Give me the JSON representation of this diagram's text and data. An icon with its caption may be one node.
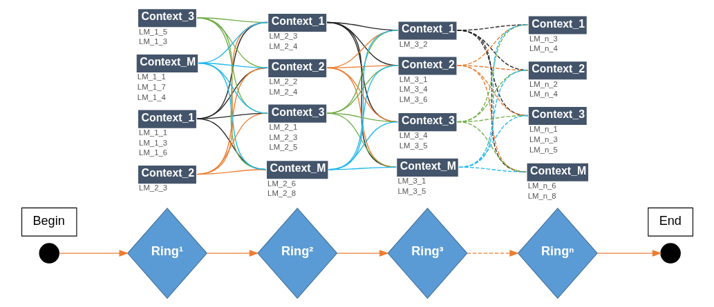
{
  "diagram": {
    "nodes": [
      {
        "text": [],
        "shape": "circle"
      },
      {
        "text": [
          "Begin"
        ]
      },
      {
        "text": [
          "Ring¹"
        ]
      },
      {
        "text": [
          "Ring²"
        ]
      },
      {
        "text": [
          "Ring³"
        ]
      },
      {
        "text": [
          "Ringⁿ"
        ]
      },
      {
        "text": [],
        "shape": "circle"
      },
      {
        "text": [
          "End"
        ]
      },
      {
        "text": [
          "Context_1"
        ],
        "beside": [
          "LM_1_1",
          "LM_1_3",
          "LM_1_6"
        ]
      },
      {
        "text": [
          "Context_2"
        ],
        "beside": [
          "LM_2_3"
        ]
      },
      {
        "text": [
          "Context_3"
        ],
        "beside": [
          "LM_1_5",
          "LM_1_3"
        ]
      },
      {
        "text": [
          "Context_M"
        ],
        "beside": [
          "LM_1_1",
          "LM_1_7",
          "LM_1_4"
        ]
      },
      {
        "text": [
          "Context_1"
        ],
        "beside": [
          "LM_2_3",
          "LM_2_4"
        ]
      },
      {
        "text": [
          "Context_2"
        ],
        "beside": [
          "LM_2_2",
          "LM_2_4"
        ]
      },
      {
        "text": [
          "Context_3"
        ],
        "beside": [
          "LM_2_1",
          "LM_2_3",
          "LM_2_5"
        ]
      },
      {
        "text": [
          "Context_M"
        ],
        "beside": [
          "LM_2_6",
          "LM_2_8"
        ]
      },
      {
        "text": [
          "Context_1"
        ],
        "beside": [
          "LM_3_2"
        ]
      },
      {
        "text": [
          "Context_2"
        ],
        "beside": [
          "LM_3_1",
          "LM_3_4",
          "LM_3_6"
        ]
      },
      {
        "text": [
          "Context_3"
        ],
        "beside": [
          "LM_3_4",
          "LM_3_5"
        ]
      },
      {
        "text": [
          "Context_M"
        ],
        "beside": [
          "LM_3_1",
          "LM_3_5"
        ]
      },
      {
        "text": [
          "Context_1"
        ],
        "beside": [
          "LM_n_3",
          "LM_n_4"
        ]
      },
      {
        "text": [
          "Context_2"
        ],
        "beside": [
          "LM_n_2",
          "LM_n_4"
        ]
      },
      {
        "text": [
          "Context_3"
        ],
        "beside": [
          "LM_n_1",
          "LM_n_3",
          "LM_n_5"
        ]
      },
      {
        "text": [
          "Context_M"
        ],
        "beside": [
          "LM_n_6",
          "LM_n_8"
        ]
      }
    ],
    "edges": [
      {
        "from": 0,
        "to": 2,
        "arrow": "to",
        "color": "#ed7d31"
      },
      {
        "from": 2,
        "to": 3,
        "arrow": "to",
        "color": "#ed7d31"
      },
      {
        "from": 3,
        "to": 4,
        "arrow": "to",
        "color": "#ed7d31"
      },
      {
        "from": 4,
        "to": 5,
        "arrow": "to",
        "style": "dashed",
        "color": "#ed7d31"
      },
      {
        "from": 5,
        "to": 6,
        "arrow": "to",
        "color": "#ed7d31"
      },
      {
        "from": 8,
        "to": 12,
        "arrow": "none",
        "color": "#222222"
      },
      {
        "from": 8,
        "to": 13,
        "arrow": "none",
        "color": "#222222"
      },
      {
        "from": 8,
        "to": 14,
        "arrow": "none",
        "color": "#222222"
      },
      {
        "from": 8,
        "to": 15,
        "arrow": "none",
        "color": "#222222"
      },
      {
        "from": 9,
        "to": 12,
        "arrow": "none",
        "color": "#ed7d31"
      },
      {
        "from": 9,
        "to": 13,
        "arrow": "none",
        "color": "#ed7d31"
      },
      {
        "from": 9,
        "to": 14,
        "arrow": "none",
        "color": "#ed7d31"
      },
      {
        "from": 9,
        "to": 15,
        "arrow": "none",
        "color": "#ed7d31"
      },
      {
        "from": 10,
        "to": 12,
        "arrow": "none",
        "color": "#70ad47"
      },
      {
        "from": 10,
        "to": 13,
        "arrow": "none",
        "color": "#70ad47"
      },
      {
        "from": 10,
        "to": 14,
        "arrow": "none",
        "color": "#70ad47"
      },
      {
        "from": 10,
        "to": 15,
        "arrow": "none",
        "color": "#70ad47"
      },
      {
        "from": 11,
        "to": 12,
        "arrow": "none",
        "color": "#1fb8ee"
      },
      {
        "from": 11,
        "to": 13,
        "arrow": "none",
        "color": "#1fb8ee"
      },
      {
        "from": 11,
        "to": 14,
        "arrow": "none",
        "color": "#1fb8ee"
      },
      {
        "from": 11,
        "to": 15,
        "arrow": "none",
        "color": "#1fb8ee"
      },
      {
        "from": 12,
        "to": 16,
        "arrow": "none",
        "color": "#222222"
      },
      {
        "from": 12,
        "to": 17,
        "arrow": "none",
        "color": "#222222"
      },
      {
        "from": 12,
        "to": 18,
        "arrow": "none",
        "color": "#222222"
      },
      {
        "from": 12,
        "to": 19,
        "arrow": "none",
        "color": "#222222"
      },
      {
        "from": 13,
        "to": 16,
        "arrow": "none",
        "color": "#ed7d31"
      },
      {
        "from": 13,
        "to": 17,
        "arrow": "none",
        "color": "#ed7d31"
      },
      {
        "from": 13,
        "to": 18,
        "arrow": "none",
        "color": "#ed7d31"
      },
      {
        "from": 13,
        "to": 19,
        "arrow": "none",
        "color": "#ed7d31"
      },
      {
        "from": 14,
        "to": 16,
        "arrow": "none",
        "color": "#70ad47"
      },
      {
        "from": 14,
        "to": 17,
        "arrow": "none",
        "color": "#70ad47"
      },
      {
        "from": 14,
        "to": 18,
        "arrow": "none",
        "color": "#70ad47"
      },
      {
        "from": 14,
        "to": 19,
        "arrow": "none",
        "color": "#70ad47"
      },
      {
        "from": 15,
        "to": 16,
        "arrow": "none",
        "color": "#1fb8ee"
      },
      {
        "from": 15,
        "to": 17,
        "arrow": "none",
        "color": "#1fb8ee"
      },
      {
        "from": 15,
        "to": 18,
        "arrow": "none",
        "color": "#1fb8ee"
      },
      {
        "from": 15,
        "to": 19,
        "arrow": "none",
        "color": "#1fb8ee"
      },
      {
        "from": 16,
        "to": 20,
        "arrow": "none",
        "style": "dashed",
        "color": "#222222"
      },
      {
        "from": 16,
        "to": 21,
        "arrow": "none",
        "style": "dashed",
        "color": "#222222"
      },
      {
        "from": 16,
        "to": 22,
        "arrow": "none",
        "style": "dashed",
        "color": "#222222"
      },
      {
        "from": 16,
        "to": 23,
        "arrow": "none",
        "style": "dashed",
        "color": "#222222"
      },
      {
        "from": 17,
        "to": 20,
        "arrow": "none",
        "style": "dashed",
        "color": "#ed7d31"
      },
      {
        "from": 17,
        "to": 21,
        "arrow": "none",
        "style": "dashed",
        "color": "#ed7d31"
      },
      {
        "from": 17,
        "to": 22,
        "arrow": "none",
        "style": "dashed",
        "color": "#ed7d31"
      },
      {
        "from": 17,
        "to": 23,
        "arrow": "none",
        "style": "dashed",
        "color": "#ed7d31"
      },
      {
        "from": 18,
        "to": 20,
        "arrow": "none",
        "style": "dashed",
        "color": "#70ad47"
      },
      {
        "from": 18,
        "to": 21,
        "arrow": "none",
        "style": "dashed",
        "color": "#70ad47"
      },
      {
        "from": 18,
        "to": 22,
        "arrow": "none",
        "style": "dashed",
        "color": "#70ad47"
      },
      {
        "from": 18,
        "to": 23,
        "arrow": "none",
        "style": "dashed",
        "color": "#70ad47"
      },
      {
        "from": 19,
        "to": 20,
        "arrow": "none",
        "style": "dashed",
        "color": "#1fb8ee"
      },
      {
        "from": 19,
        "to": 21,
        "arrow": "none",
        "style": "dashed",
        "color": "#1fb8ee"
      },
      {
        "from": 19,
        "to": 22,
        "arrow": "none",
        "style": "dashed",
        "color": "#1fb8ee"
      },
      {
        "from": 19,
        "to": 23,
        "arrow": "none",
        "style": "dashed",
        "color": "#1fb8ee"
      }
    ]
  }
}
